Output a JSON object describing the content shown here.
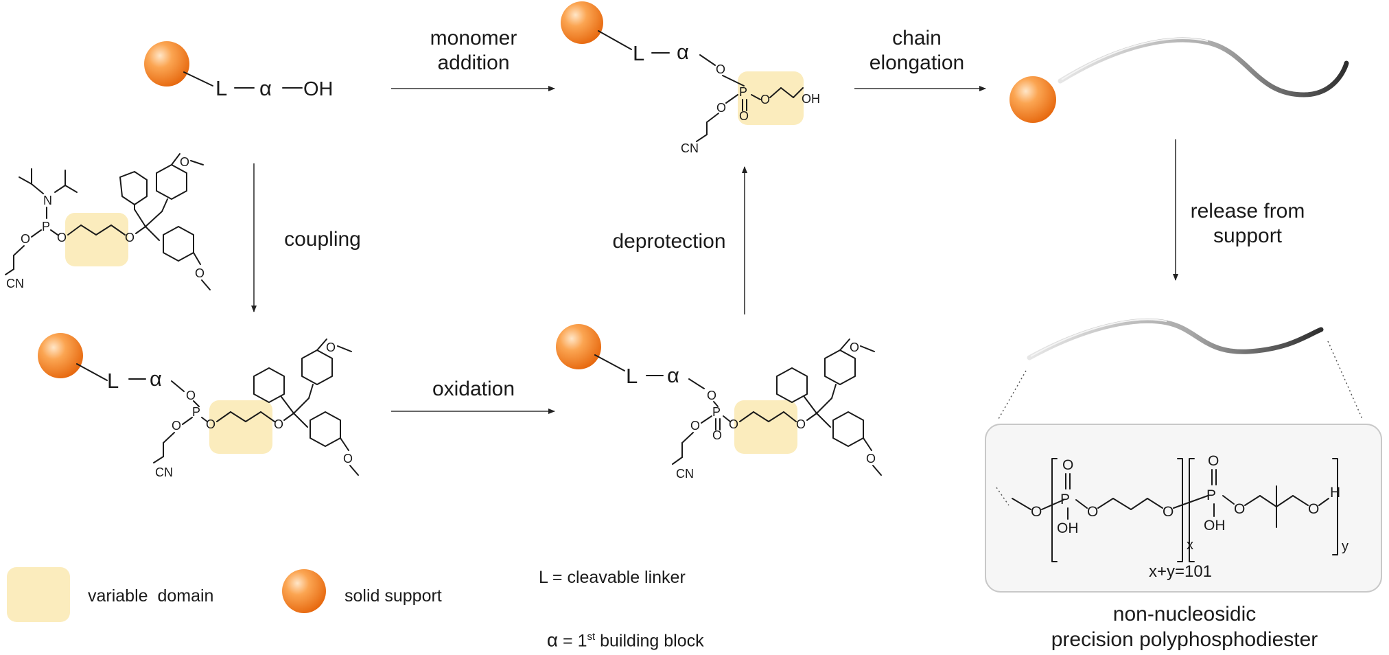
{
  "colors": {
    "support_light": "#ffd7a8",
    "support_mid": "#f9982f",
    "support_dark": "#e96b0c",
    "variable_domain": "#fbecbd",
    "panel_bg": "#f6f6f6",
    "panel_border": "#c8c8c8"
  },
  "atoms": {
    "L": "L",
    "alpha": "α",
    "OH": "OH",
    "O": "O",
    "P": "P",
    "N": "N",
    "CN": "CN",
    "H": "H"
  },
  "steps": {
    "monomer_addition": [
      "monomer",
      "addition"
    ],
    "chain_elongation": [
      "chain",
      "elongation"
    ],
    "coupling": "coupling",
    "deprotection": "deprotection",
    "oxidation": "oxidation",
    "release": [
      "release from",
      "support"
    ]
  },
  "polymer": {
    "sub_x": "x",
    "sub_y": "y",
    "equation": "x+y=101",
    "title": [
      "non-nucleosidic",
      "precision polyphosphodiester"
    ]
  },
  "legend": {
    "variable_domain": "variable  domain",
    "solid_support": "solid support",
    "linker_def": "L = cleavable linker",
    "block_symbol": "α",
    "block_eq": " = 1",
    "block_sup": "st",
    "block_rest": " building block"
  }
}
